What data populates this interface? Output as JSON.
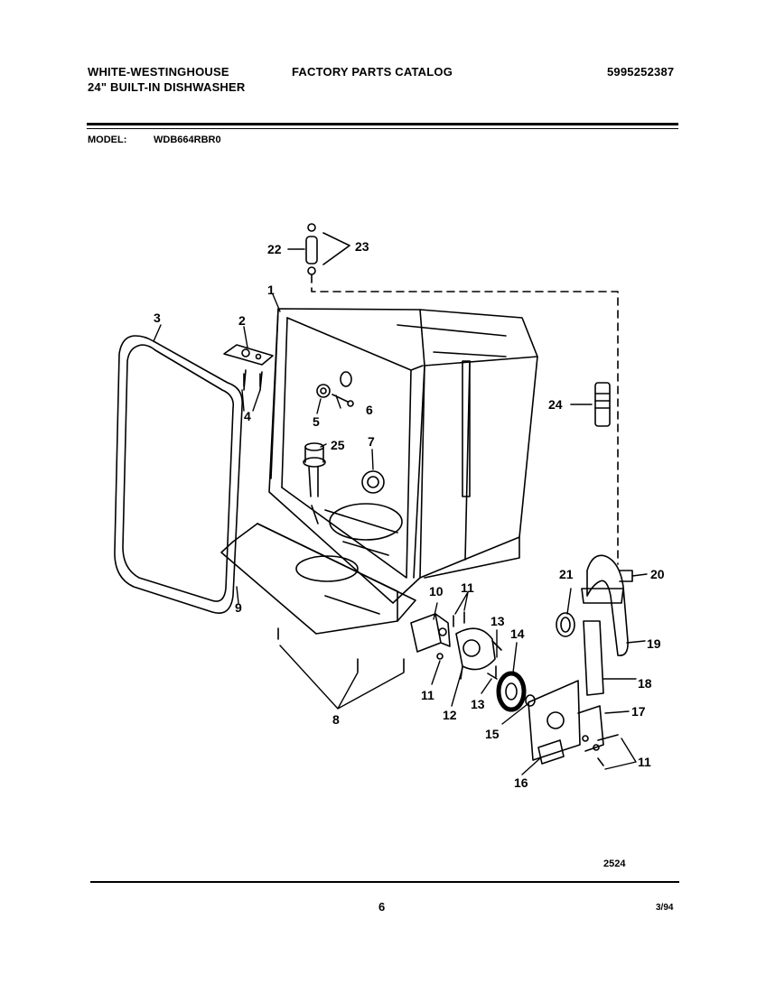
{
  "header": {
    "brand": "WHITE-WESTINGHOUSE",
    "product": "24\" BUILT-IN DISHWASHER",
    "catalog": "FACTORY PARTS CATALOG",
    "part_number": "5995252387"
  },
  "model": {
    "label": "MODEL:",
    "value": "WDB664RBR0"
  },
  "diagram": {
    "callouts": [
      "1",
      "2",
      "3",
      "4",
      "5",
      "6",
      "7",
      "8",
      "9",
      "10",
      "11",
      "11",
      "11",
      "12",
      "13",
      "13",
      "14",
      "15",
      "16",
      "17",
      "18",
      "19",
      "20",
      "21",
      "22",
      "23",
      "24",
      "25"
    ]
  },
  "footer": {
    "figure_number": "2524",
    "page_number": "6",
    "date": "3/94"
  }
}
